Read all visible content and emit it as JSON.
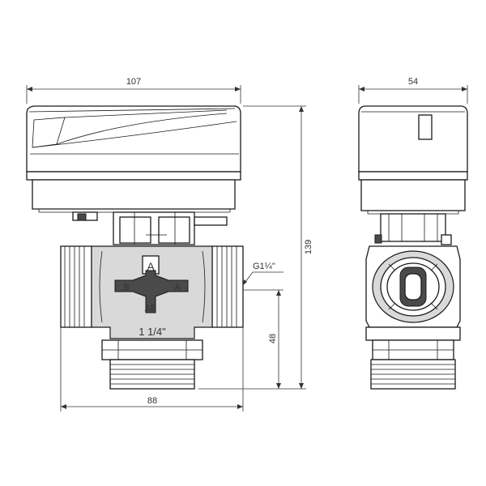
{
  "dimensions": {
    "width_front": "107",
    "width_side": "54",
    "height_total": "139",
    "height_axis": "48",
    "width_body": "88",
    "thread_label": "G1¼\""
  },
  "ports": {
    "a_label": "A",
    "b_label": "B",
    "ab_label": "AB",
    "logo_letter": "A",
    "size_label": "1 1/4\""
  }
}
